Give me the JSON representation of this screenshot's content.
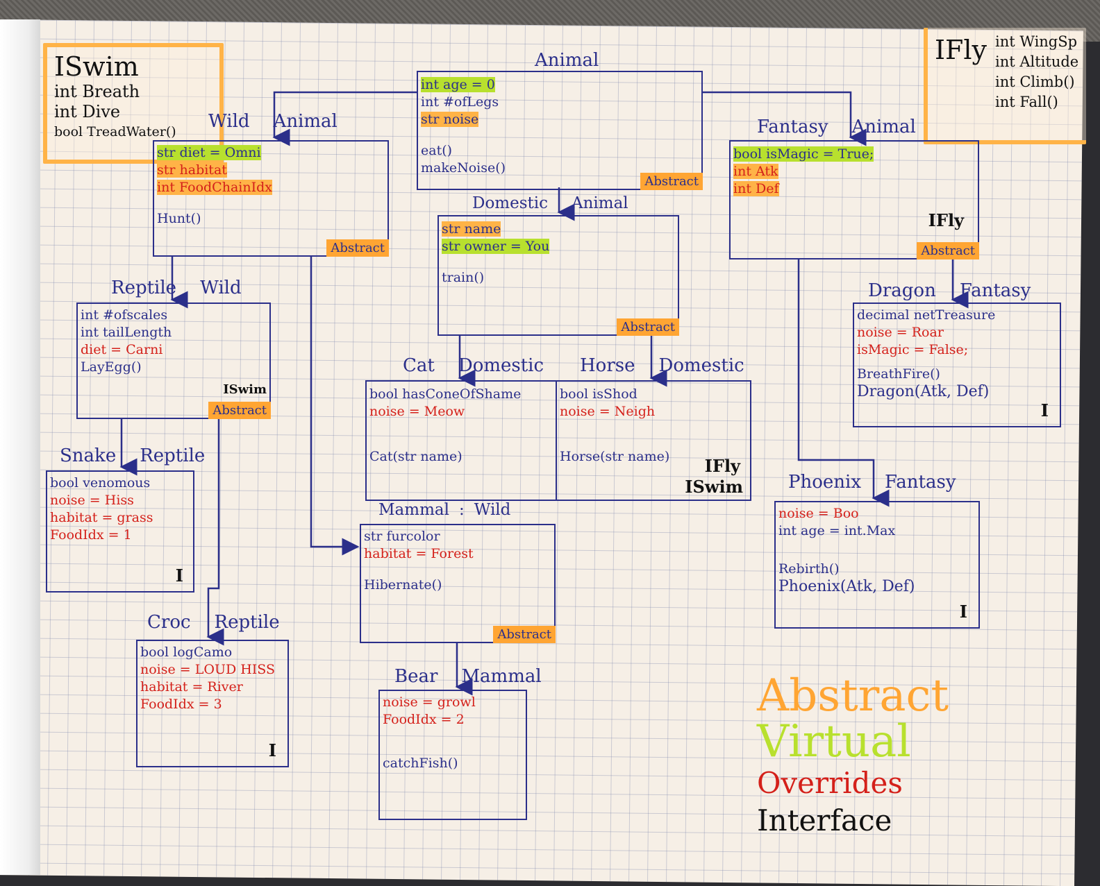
{
  "colors": {
    "abstract": "#ffa533",
    "virtual": "#b8e02e",
    "override": "#d4201a",
    "interface": "#111111",
    "ink": "#2b2f8a"
  },
  "iswim": {
    "head": "ISwim",
    "lines": [
      "int Breath",
      "int Dive",
      "bool TreadWater()"
    ]
  },
  "ifly": {
    "head": "IFly",
    "lines": [
      "int WingSp",
      "int Altitude",
      "int Climb()",
      "int Fall()"
    ]
  },
  "animal": {
    "name": "Animal",
    "lines": [
      "int age = 0",
      "int #ofLegs",
      "str noise",
      "eat()",
      "makeNoise()"
    ],
    "tag": "Abstract"
  },
  "wild": {
    "name": "Wild",
    "parent": "Animal",
    "lines": [
      "str diet = Omni",
      "str habitat",
      "int FoodChainIdx",
      "Hunt()"
    ],
    "tag": "Abstract"
  },
  "domestic": {
    "name": "Domestic",
    "parent": "Animal",
    "lines": [
      "str name",
      "str owner = You",
      "train()"
    ],
    "tag": "Abstract"
  },
  "fantasy": {
    "name": "Fantasy",
    "parent": "Animal",
    "lines": [
      "bool isMagic = True;",
      "int Atk",
      "int Def"
    ],
    "iface": "IFly",
    "tag": "Abstract"
  },
  "reptile": {
    "name": "Reptile",
    "parent": "Wild",
    "lines": [
      "int #ofscales",
      "int tailLength",
      "diet = Carni",
      "LayEgg()"
    ],
    "iface": "ISwim",
    "tag": "Abstract"
  },
  "cat": {
    "name": "Cat",
    "parent": "Domestic",
    "lines": [
      "bool hasConeOfShame",
      "noise = Meow",
      "Cat(str name)"
    ]
  },
  "horse": {
    "name": "Horse",
    "parent": "Domestic",
    "lines": [
      "bool isShod",
      "noise = Neigh",
      "Horse(str name)"
    ],
    "iface1": "IFly",
    "iface2": "ISwim"
  },
  "dragon": {
    "name": "Dragon",
    "parent": "Fantasy",
    "lines": [
      "decimal netTreasure",
      "noise = Roar",
      "isMagic = False;",
      "BreathFire()",
      "Dragon(Atk, Def)"
    ],
    "iface": "I"
  },
  "snake": {
    "name": "Snake",
    "parent": "Reptile",
    "lines": [
      "bool venomous",
      "noise = Hiss",
      "habitat = grass",
      "FoodIdx = 1"
    ],
    "iface": "I"
  },
  "mammal": {
    "name": "Mammal",
    "sep": ":",
    "parent": "Wild",
    "lines": [
      "str furcolor",
      "habitat = Forest",
      "Hibernate()"
    ],
    "tag": "Abstract"
  },
  "phoenix": {
    "name": "Phoenix",
    "parent": "Fantasy",
    "lines": [
      "noise = Boo",
      "int age = int.Max",
      "Rebirth()",
      "Phoenix(Atk, Def)"
    ],
    "iface": "I"
  },
  "croc": {
    "name": "Croc",
    "parent": "Reptile",
    "lines": [
      "bool logCamo",
      "noise = LOUD HISS",
      "habitat = River",
      "FoodIdx = 3"
    ],
    "iface": "I"
  },
  "bear": {
    "name": "Bear",
    "parent": "Mammal",
    "lines": [
      "noise = growl",
      "FoodIdx = 2",
      "catchFish()"
    ]
  },
  "legend": {
    "abstract": "Abstract",
    "virtual": "Virtual",
    "overrides": "Overrides",
    "interface": "Interface"
  }
}
